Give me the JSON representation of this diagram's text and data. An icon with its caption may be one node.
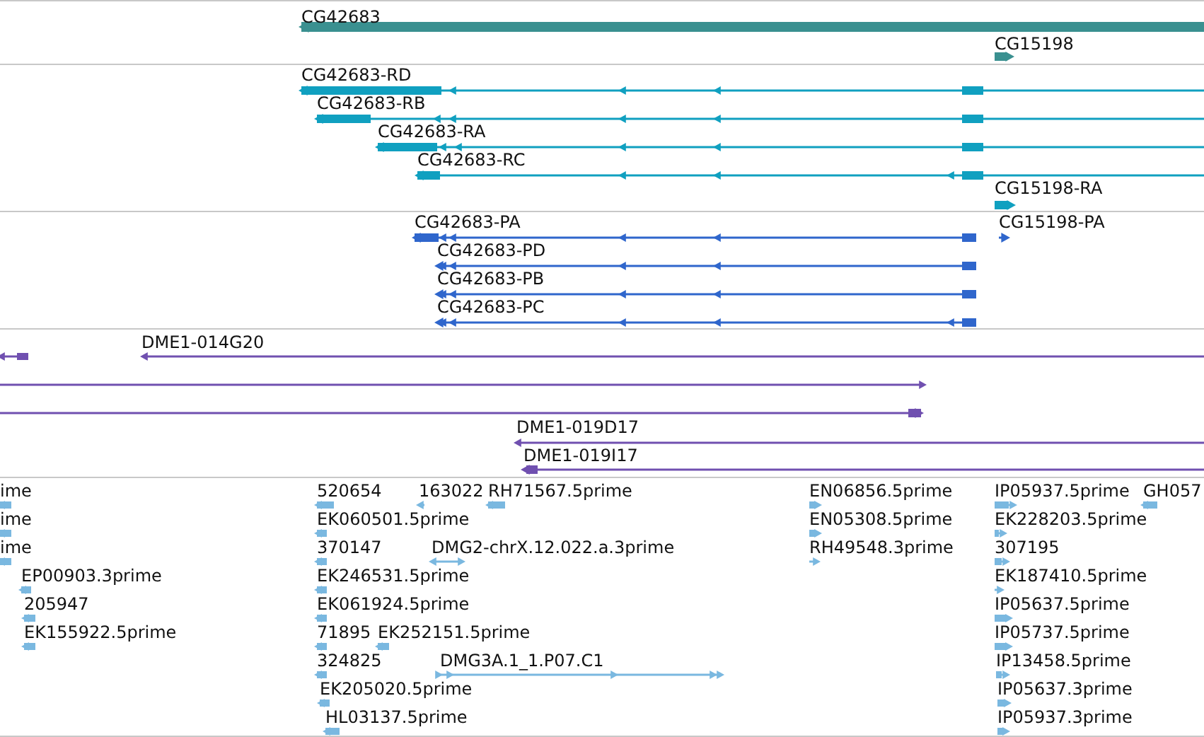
{
  "diagram": {
    "labels": [
      "CG42683",
      "CG15198",
      "CG42683-RD",
      "CG42683-RB",
      "CG42683-RA",
      "CG42683-RC",
      "CG15198-RA",
      "CG42683-PA",
      "CG15198-PA",
      "CG42683-PD",
      "CG42683-PB",
      "CG42683-PC",
      "DME1-014G20",
      "DME1-019D17",
      "DME1-019I17",
      "ime",
      "520654",
      "163022",
      "RH71567.5prime",
      "EN06856.5prime",
      "IP05937.5prime",
      "GH057",
      "ime",
      "EK060501.5prime",
      "EN05308.5prime",
      "EK228203.5prime",
      "ime",
      "370147",
      "DMG2-chrX.12.022.a.3prime",
      "RH49548.3prime",
      "307195",
      "EP00903.3prime",
      "EK246531.5prime",
      "EK187410.5prime",
      "205947",
      "EK061924.5prime",
      "IP05637.5prime",
      "EK155922.5prime",
      "71895",
      "EK252151.5prime",
      "IP05737.5prime",
      "324825",
      "DMG3A.1_1.P07.C1",
      "IP13458.5prime",
      "EK205020.5prime",
      "IP05637.3prime",
      "HL03137.5prime",
      "IP05937.3prime"
    ]
  }
}
